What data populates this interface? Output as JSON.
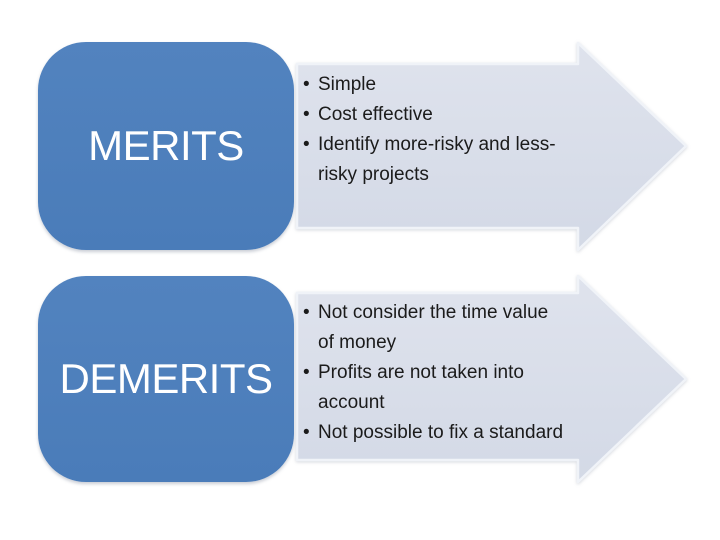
{
  "slide": {
    "bullet_char": "•",
    "groups": [
      {
        "label": "MERITS",
        "bullets": [
          {
            "lines": [
              "Simple"
            ]
          },
          {
            "lines": [
              "Cost effective"
            ]
          },
          {
            "lines": [
              "Identify more-risky and less-",
              "risky projects"
            ]
          }
        ]
      },
      {
        "label": "DEMERITS",
        "bullets": [
          {
            "lines": [
              "Not consider the time value",
              "of money"
            ]
          },
          {
            "lines": [
              "Profits are not taken into",
              "account"
            ]
          },
          {
            "lines": [
              "Not possible to fix a standard"
            ]
          }
        ]
      }
    ],
    "colors": {
      "box_fill": "#4d80bc",
      "arrow_fill_top": "#dfe3ed",
      "arrow_fill_bottom": "#d3d9e6",
      "arrow_outline": "#f0f3f8",
      "label_text": "#ffffff",
      "bullet_text": "#1b1b1b",
      "background": "#ffffff"
    }
  }
}
